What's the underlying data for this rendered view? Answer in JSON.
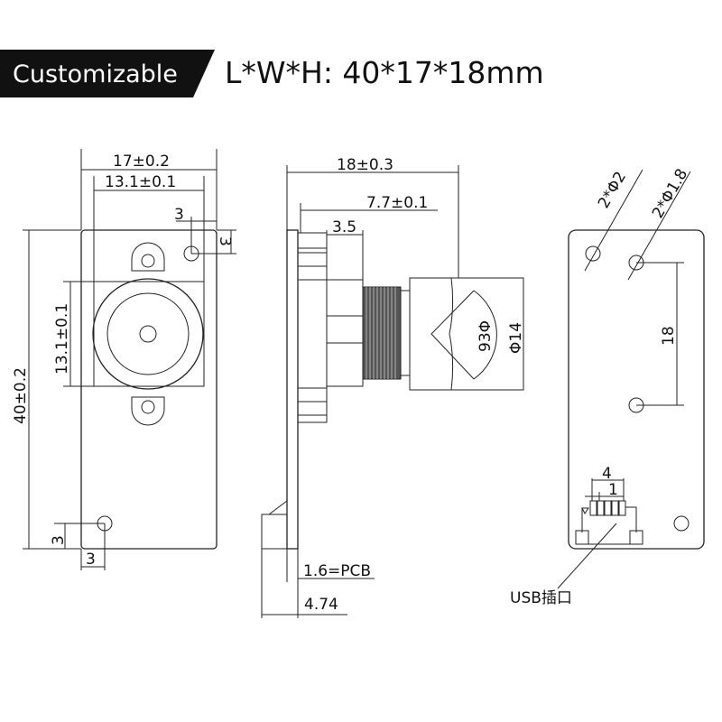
{
  "header": {
    "badge": "Customizable",
    "title": "L*W*H: 40*17*18mm",
    "badge_color": "#111111"
  },
  "front_view": {
    "width_dim": "17±0.2",
    "mount_width_dim": "13.1±0.1",
    "top_hole_offset_x": "3",
    "top_hole_offset_y": "3",
    "height_dim": "40±0.2",
    "mount_height_dim": "13.1±0.1",
    "bottom_hole_offset_y": "3",
    "bottom_hole_offset_x": "3"
  },
  "side_view": {
    "total_depth_dim": "18±0.3",
    "lens_length_dim": "7.7±0.1",
    "mount_depth_dim": "3.5",
    "fov_label": "93Φ",
    "lens_diameter_label": "Φ14",
    "pcb_label": "1.6=PCB",
    "connector_depth_label": "4.74"
  },
  "back_view": {
    "hole_label_1": "2*Φ2",
    "hole_label_2": "2*Φ1.8",
    "hole_spacing_dim": "18",
    "connector_width_dim": "4",
    "pin_pitch_dim": "1",
    "usb_label": "USB插口"
  }
}
